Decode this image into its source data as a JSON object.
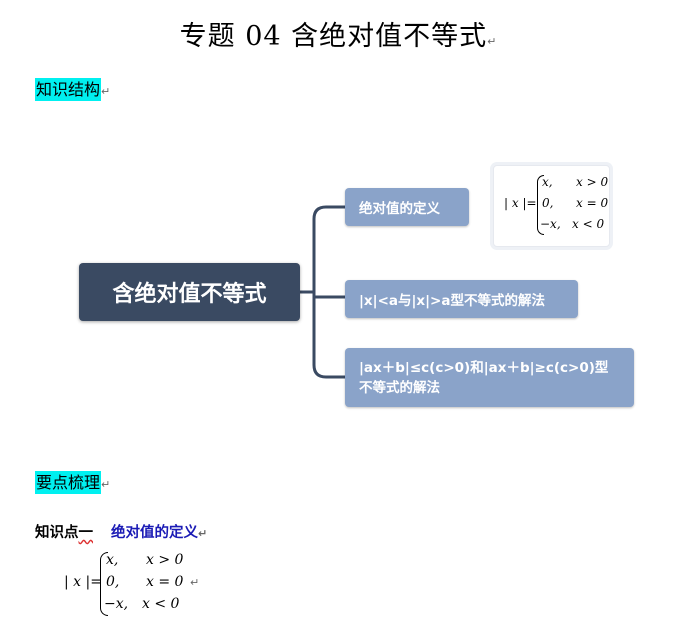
{
  "title": "专题 04    含绝对值不等式",
  "para_mark": "↵",
  "headings": {
    "structure": "知识结构",
    "points": "要点梳理"
  },
  "mindmap": {
    "center": "含绝对值不等式",
    "branches": [
      "绝对值的定义",
      "|x|<a与|x|>a型不等式的解法",
      "|ax＋b|≤c(c>0)和|ax＋b|≥c(c>0)型",
      "不等式的解法"
    ]
  },
  "formula": {
    "lhs": "| x |=",
    "rows": [
      {
        "value": "x,",
        "cond": "x > 0"
      },
      {
        "value": "0,",
        "cond": "x = 0"
      },
      {
        "value": "−x,",
        "cond": "x < 0"
      }
    ]
  },
  "knowledge_point": {
    "label_prefix": "知识点",
    "label_num": "一",
    "subtitle": "绝对值的定义"
  }
}
